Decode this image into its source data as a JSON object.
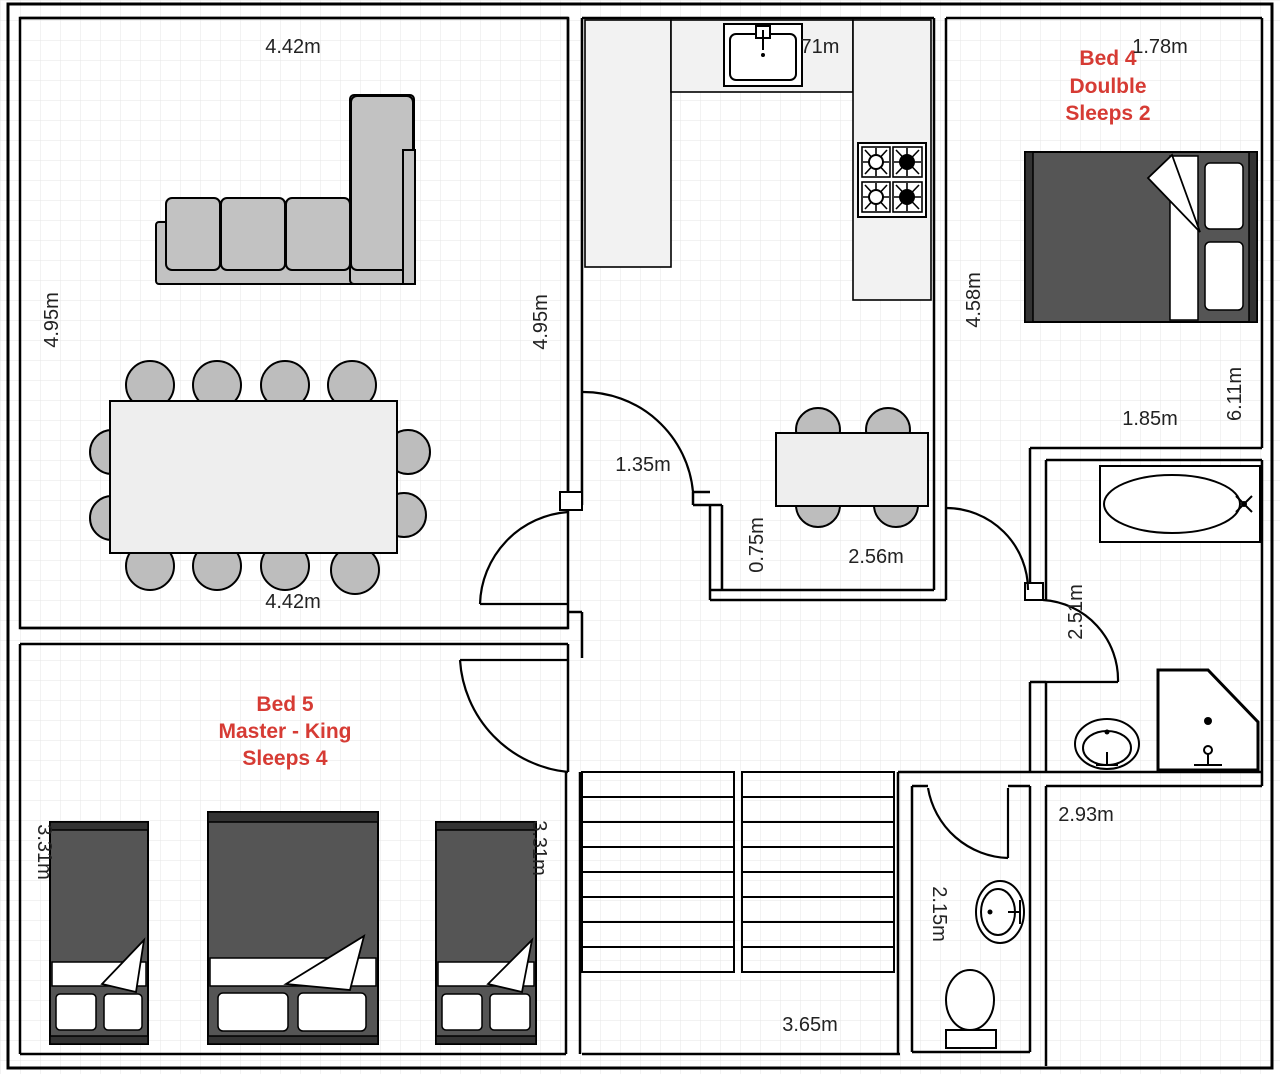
{
  "room_labels": {
    "bed4": [
      "Bed 4",
      "Doulble",
      "Sleeps 2"
    ],
    "bed5": [
      "Bed 5",
      "Master - King",
      "Sleeps 4"
    ]
  },
  "measurements": {
    "living_top": "4.42m",
    "living_bottom": "4.42m",
    "living_left": "4.95m",
    "living_right": "4.95m",
    "kitchen_top": "71m",
    "hall_door": "1.35m",
    "hall_step": "0.75m",
    "kitchen_island": "2.56m",
    "bed4_top": "1.78m",
    "bed4_left": "4.58m",
    "bed4_bottom": "1.85m",
    "bed4_right": "6.11m",
    "bath_side": "2.51m",
    "bath_below": "2.93m",
    "wc_side": "2.15m",
    "stairs_bottom": "3.65m",
    "bed5_left": "3.31m",
    "bed5_right": "3.31m"
  },
  "colors": {
    "room_label": "#d63b34",
    "grid": "#e6e6e6",
    "bed_dark": "#555555",
    "furniture": "#c2c2c2"
  },
  "icons": [
    "sofa-icon",
    "dining-table-icon",
    "chair-icon",
    "sink-icon",
    "stove-icon",
    "bed-icon",
    "bathtub-icon",
    "toilet-icon",
    "shower-icon",
    "stairs-icon"
  ]
}
